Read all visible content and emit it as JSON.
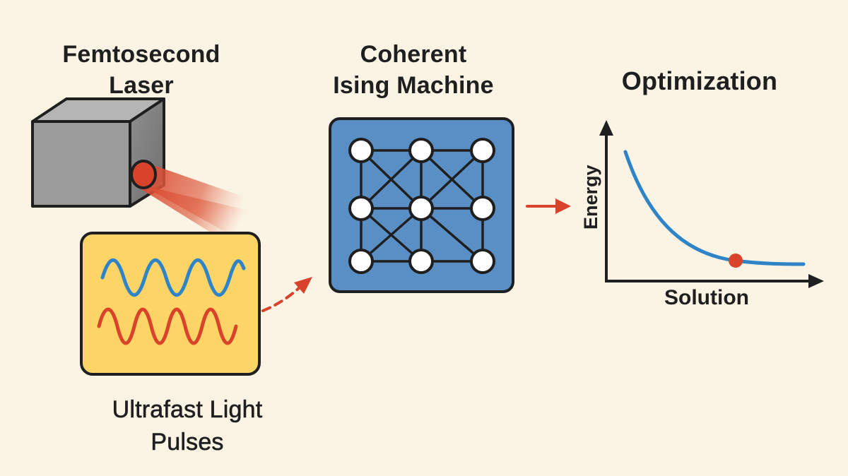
{
  "laser": {
    "title_line1": "Femtosecond",
    "title_line2": "Laser"
  },
  "pulses": {
    "title_line1": "Ultrafast Light",
    "title_line2": "Pulses"
  },
  "ising_machine": {
    "title_line1": "Coherent",
    "title_line2": "Ising Machine"
  },
  "optimization": {
    "title": "Optimization",
    "y_axis_label": "Energy",
    "x_axis_label": "Solution"
  },
  "colors": {
    "background": "#fbf4e5",
    "laser_beam": "#d9432b",
    "pulse_panel": "#fcd566",
    "blue_wave": "#2e84c7",
    "red_wave": "#d9432b",
    "cim_panel": "#5a8fc6",
    "curve": "#2e84c7",
    "minimum_point": "#d9432b",
    "arrow": "#d9432b"
  },
  "icons": [
    "laser-box-icon",
    "sine-wave-icon",
    "node-network-icon",
    "arrow-right-icon",
    "energy-curve-icon"
  ]
}
